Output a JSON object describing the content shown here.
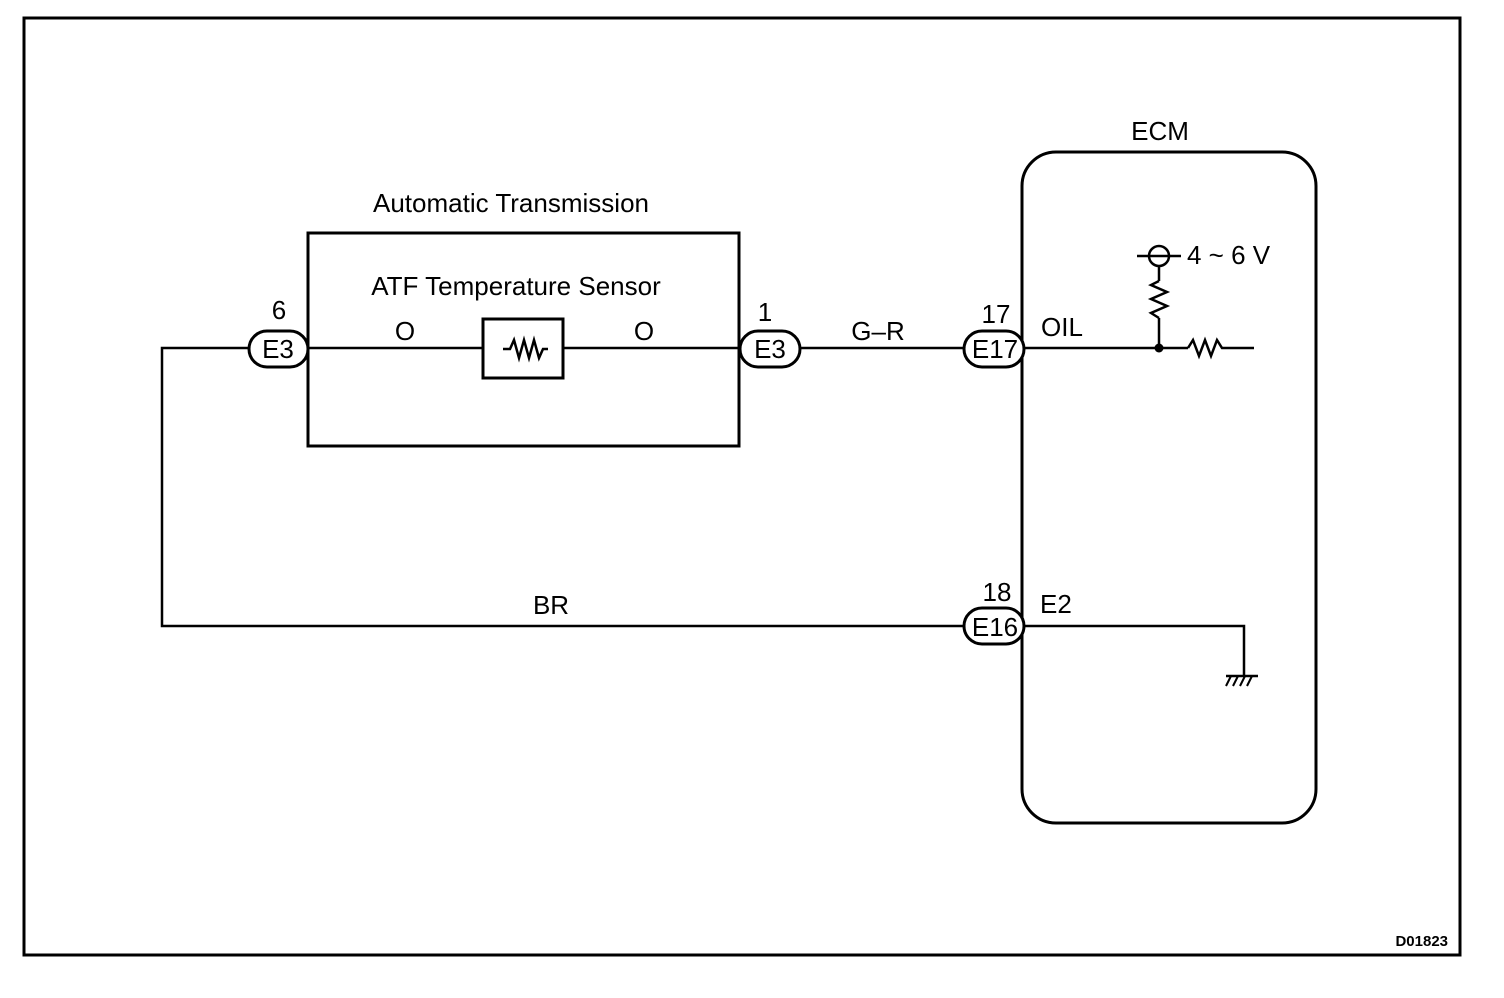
{
  "diagram": {
    "automatic_transmission_label": "Automatic Transmission",
    "sensor_label": "ATF Temperature Sensor",
    "ecm_label": "ECM",
    "figure_code": "D01823",
    "wires": {
      "sensor_left": "O",
      "sensor_right": "O",
      "signal": "G–R",
      "ground": "BR"
    },
    "connectors": {
      "e3_left": {
        "pin": "6",
        "name": "E3"
      },
      "e3_right": {
        "pin": "1",
        "name": "E3"
      },
      "e17": {
        "pin": "17",
        "name": "E17"
      },
      "e16": {
        "pin": "18",
        "name": "E16"
      }
    },
    "ecm_terminals": {
      "oil": "OIL",
      "e2": "E2"
    },
    "voltage": "4 ~ 6 V"
  }
}
